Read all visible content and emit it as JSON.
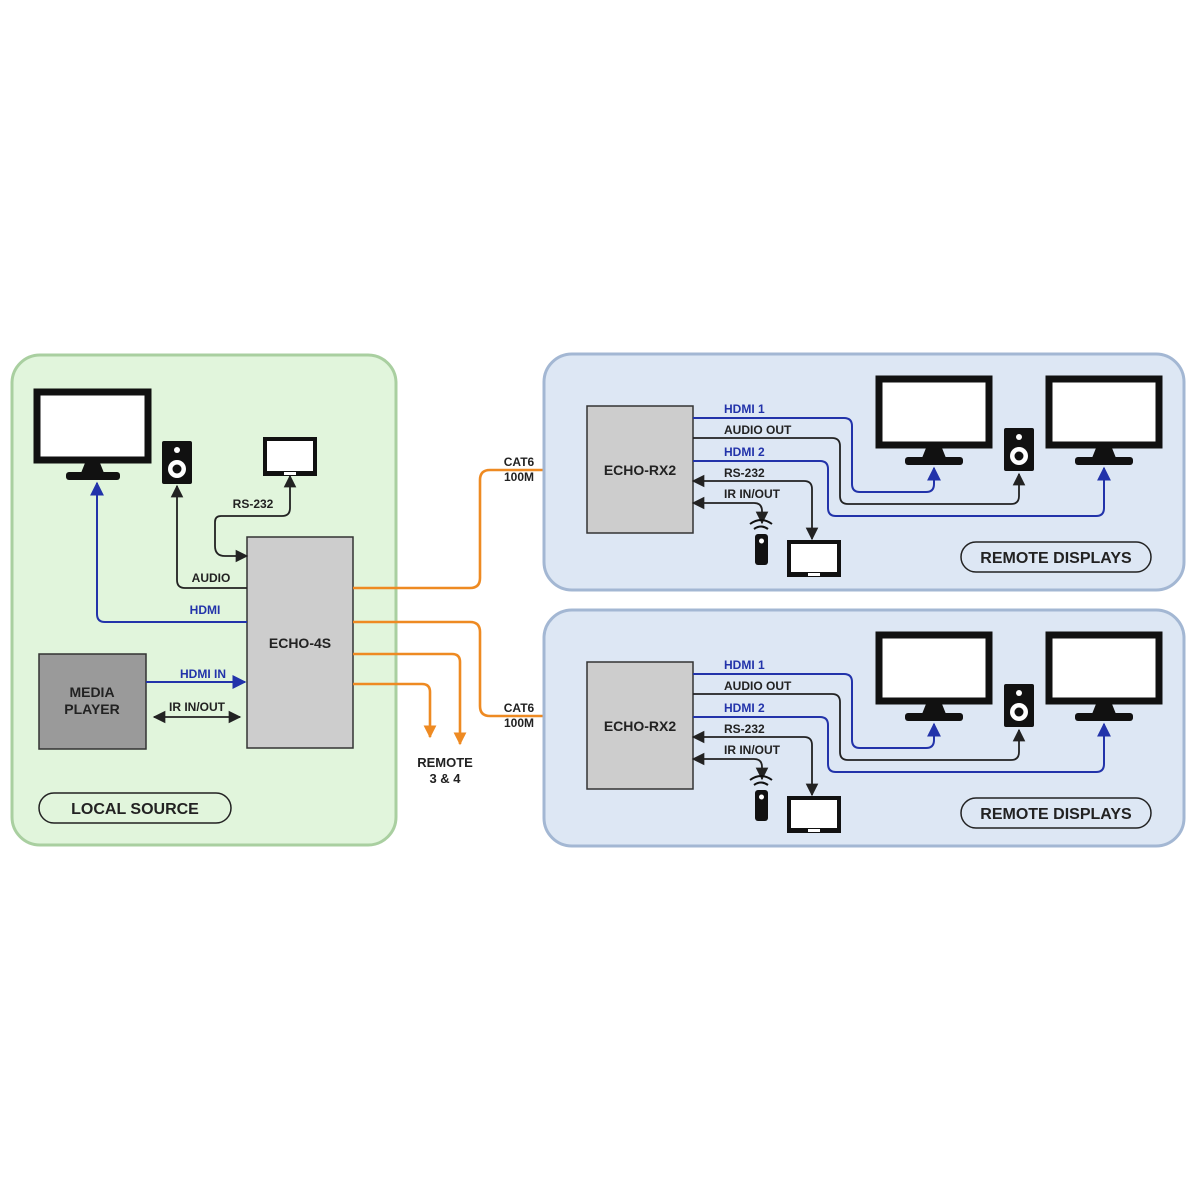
{
  "colors": {
    "local_bg": "#e1f5dc",
    "local_border": "#a9cfa0",
    "remote_bg": "#dde7f4",
    "remote_border": "#a3b7d3",
    "device_fill": "#cdcdcd",
    "media_fill": "#9a9a9a",
    "hdmi_line": "#2233aa",
    "cat6_line": "#ee8a22",
    "control_line": "#222222"
  },
  "local": {
    "label": "LOCAL SOURCE",
    "hub": "ECHO-4S",
    "media_player": [
      "MEDIA",
      "PLAYER"
    ],
    "signals": {
      "rs232": "RS-232",
      "audio": "AUDIO",
      "hdmi": "HDMI",
      "hdmi_in": "HDMI IN",
      "ir": "IR IN/OUT"
    },
    "remote_out": [
      "REMOTE",
      "3 & 4"
    ]
  },
  "links": [
    {
      "cable": "CAT6",
      "length": "100M"
    },
    {
      "cable": "CAT6",
      "length": "100M"
    }
  ],
  "remotes": [
    {
      "label": "REMOTE DISPLAYS",
      "receiver": "ECHO-RX2",
      "signals": [
        "HDMI 1",
        "AUDIO OUT",
        "HDMI 2",
        "RS-232",
        "IR IN/OUT"
      ]
    },
    {
      "label": "REMOTE DISPLAYS",
      "receiver": "ECHO-RX2",
      "signals": [
        "HDMI 1",
        "AUDIO OUT",
        "HDMI 2",
        "RS-232",
        "IR IN/OUT"
      ]
    }
  ],
  "icons": [
    "monitor-icon",
    "speaker-icon",
    "tablet-icon",
    "ir-remote-icon"
  ]
}
